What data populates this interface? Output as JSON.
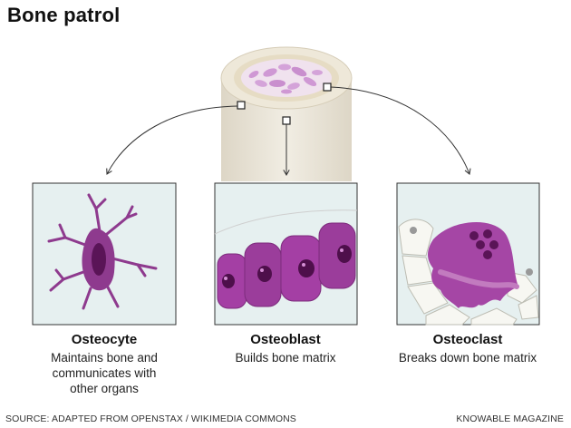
{
  "title": "Bone patrol",
  "cells": [
    {
      "name": "Osteocyte",
      "description_lines": [
        "Maintains bone and",
        "communicates with",
        "other organs"
      ]
    },
    {
      "name": "Osteoblast",
      "description_lines": [
        "Builds bone matrix"
      ]
    },
    {
      "name": "Osteoclast",
      "description_lines": [
        "Breaks down bone matrix"
      ]
    }
  ],
  "footer": {
    "source": "SOURCE: ADAPTED FROM OPENSTAX / WIKIMEDIA COMMONS",
    "credit": "KNOWABLE MAGAZINE"
  },
  "colors": {
    "panel_bg": "#e6f0f0",
    "cell_purple": "#8e3a8e",
    "cell_light": "#c27bbf",
    "nucleus": "#5a1457",
    "bone_outer": "#ebe6d9",
    "marrow": "#d4a3d9"
  }
}
